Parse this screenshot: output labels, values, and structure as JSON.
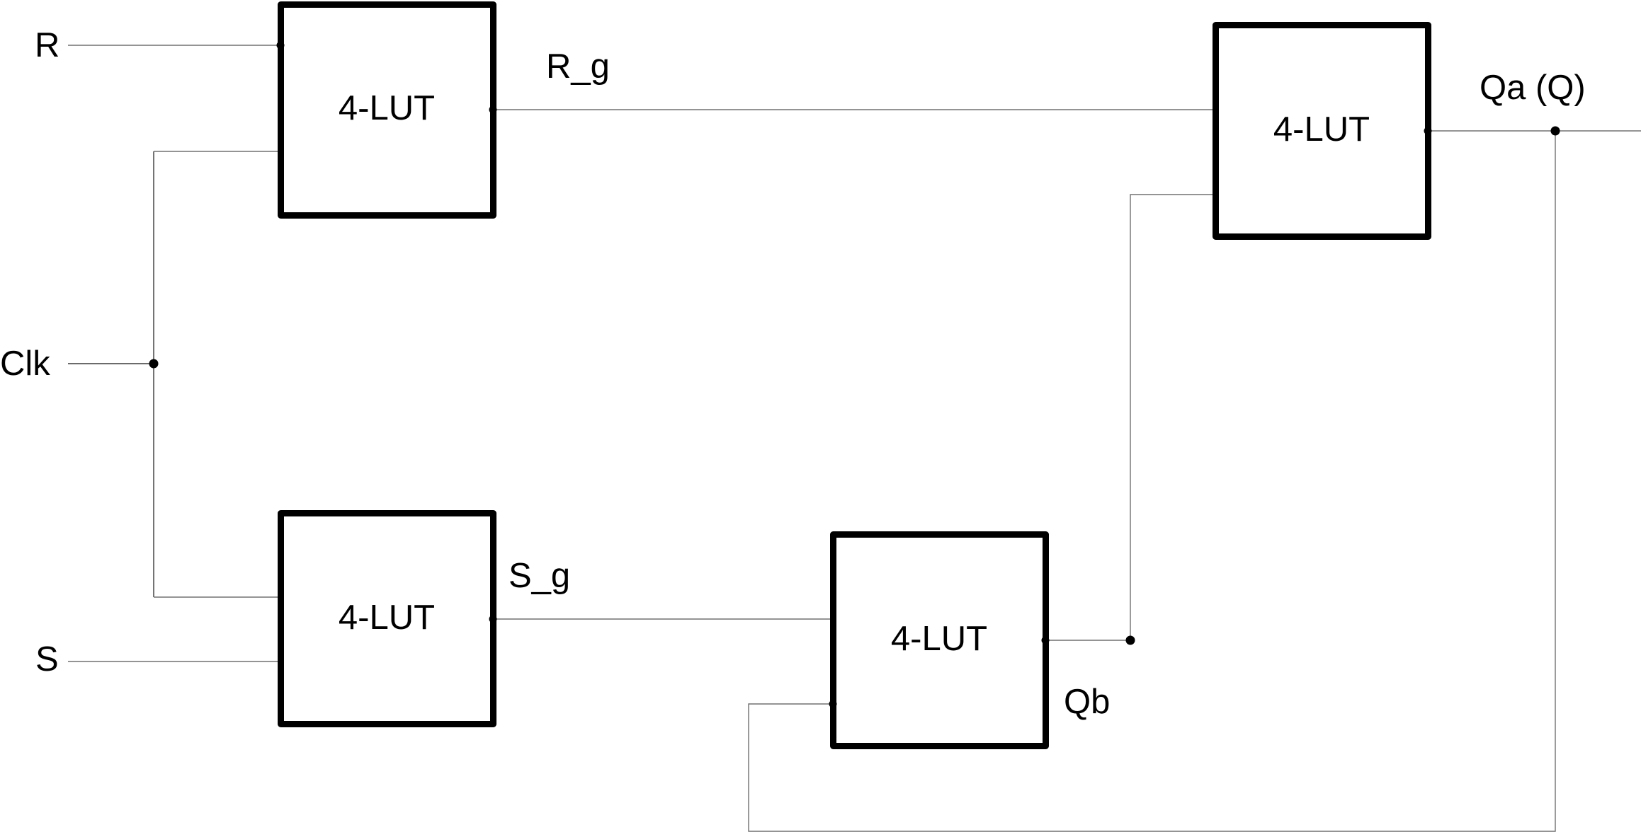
{
  "diagram": {
    "type": "logic-circuit",
    "description": "Gated SR latch implemented with four 4-input lookup tables",
    "inputs": [
      "R",
      "Clk",
      "S"
    ],
    "blocks": [
      {
        "id": "lut_r",
        "label": "4-LUT",
        "output": "R_g"
      },
      {
        "id": "lut_s",
        "label": "4-LUT",
        "output": "S_g"
      },
      {
        "id": "lut_qb",
        "label": "4-LUT",
        "output": "Qb"
      },
      {
        "id": "lut_qa",
        "label": "4-LUT",
        "output": "Qa (Q)"
      }
    ],
    "signals": {
      "r": "R",
      "clk": "Clk",
      "s": "S",
      "r_g": "R_g",
      "s_g": "S_g",
      "qb": "Qb",
      "qa": "Qa (Q)"
    },
    "connections": [
      {
        "from": "R",
        "to": "lut_r"
      },
      {
        "from": "Clk",
        "to": "lut_r"
      },
      {
        "from": "Clk",
        "to": "lut_s"
      },
      {
        "from": "S",
        "to": "lut_s"
      },
      {
        "from": "lut_r",
        "signal": "R_g",
        "to": "lut_qa"
      },
      {
        "from": "lut_s",
        "signal": "S_g",
        "to": "lut_qb"
      },
      {
        "from": "lut_qb",
        "signal": "Qb",
        "to": "lut_qa"
      },
      {
        "from": "lut_qa",
        "signal": "Qa (Q)",
        "to": "lut_qb"
      },
      {
        "from": "lut_qa",
        "signal": "Qa (Q)",
        "to": "output"
      }
    ],
    "colors": {
      "wire": "#707070",
      "block_border": "#000000",
      "background": "#ffffff"
    }
  }
}
